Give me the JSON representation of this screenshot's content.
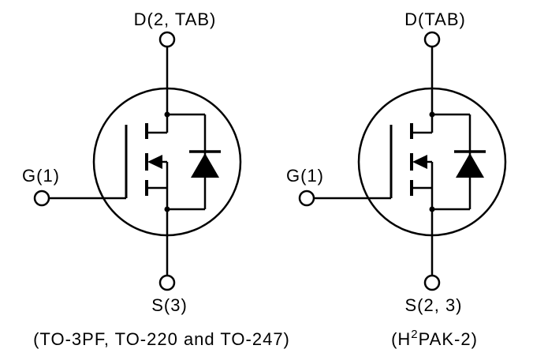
{
  "figure": {
    "description": "N-channel power MOSFET schematic symbols with internal body diode, shown for two package pinouts",
    "colors": {
      "line": "#000000",
      "background": "#ffffff"
    },
    "symbols": [
      {
        "id": "left",
        "drain_label": "D(2, TAB)",
        "gate_label": "G(1)",
        "source_label": "S(3)",
        "caption": {
          "pre": "(TO-3PF, TO-220 and TO-247)",
          "sup": "",
          "post": ""
        }
      },
      {
        "id": "right",
        "drain_label": "D(TAB)",
        "gate_label": "G(1)",
        "source_label": "S(2, 3)",
        "caption": {
          "pre": "(H",
          "sup": "2",
          "post": "PAK-2)"
        }
      }
    ]
  }
}
